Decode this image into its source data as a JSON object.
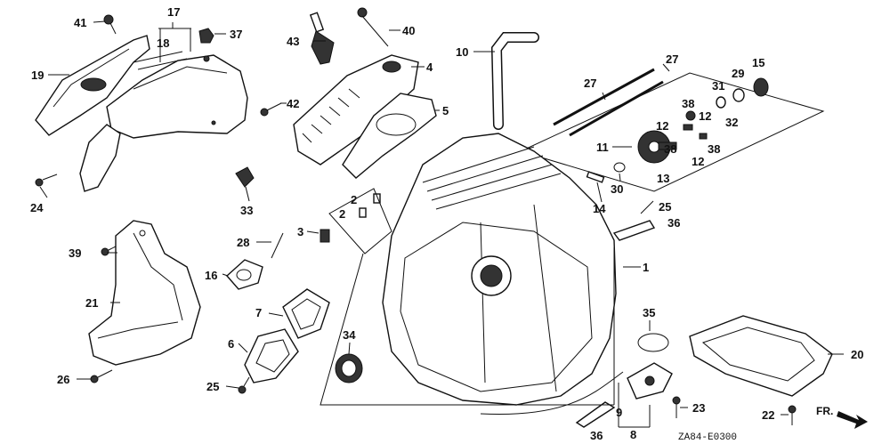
{
  "diagram": {
    "code": "ZA84-E0300",
    "direction_label": "FR.",
    "callouts": [
      {
        "id": "c41",
        "text": "41"
      },
      {
        "id": "c17",
        "text": "17"
      },
      {
        "id": "c37",
        "text": "37"
      },
      {
        "id": "c18",
        "text": "18"
      },
      {
        "id": "c19",
        "text": "19"
      },
      {
        "id": "c43",
        "text": "43"
      },
      {
        "id": "c40",
        "text": "40"
      },
      {
        "id": "c4",
        "text": "4"
      },
      {
        "id": "c10",
        "text": "10"
      },
      {
        "id": "c27a",
        "text": "27"
      },
      {
        "id": "c27b",
        "text": "27"
      },
      {
        "id": "c31",
        "text": "31"
      },
      {
        "id": "c29",
        "text": "29"
      },
      {
        "id": "c15",
        "text": "15"
      },
      {
        "id": "c42",
        "text": "42"
      },
      {
        "id": "c5",
        "text": "5"
      },
      {
        "id": "c38a",
        "text": "38"
      },
      {
        "id": "c12a",
        "text": "12"
      },
      {
        "id": "c32",
        "text": "32"
      },
      {
        "id": "c12b",
        "text": "12"
      },
      {
        "id": "c11",
        "text": "11"
      },
      {
        "id": "c38b",
        "text": "38"
      },
      {
        "id": "c38c",
        "text": "38"
      },
      {
        "id": "c12c",
        "text": "12"
      },
      {
        "id": "c13",
        "text": "13"
      },
      {
        "id": "c24",
        "text": "24"
      },
      {
        "id": "c33",
        "text": "33"
      },
      {
        "id": "c30",
        "text": "30"
      },
      {
        "id": "c2a",
        "text": "2"
      },
      {
        "id": "c2b",
        "text": "2"
      },
      {
        "id": "c14",
        "text": "14"
      },
      {
        "id": "c25a",
        "text": "25"
      },
      {
        "id": "c36a",
        "text": "36"
      },
      {
        "id": "c3",
        "text": "3"
      },
      {
        "id": "c28",
        "text": "28"
      },
      {
        "id": "c39",
        "text": "39"
      },
      {
        "id": "c16",
        "text": "16"
      },
      {
        "id": "c1",
        "text": "1"
      },
      {
        "id": "c21",
        "text": "21"
      },
      {
        "id": "c7",
        "text": "7"
      },
      {
        "id": "c35",
        "text": "35"
      },
      {
        "id": "c6",
        "text": "6"
      },
      {
        "id": "c34",
        "text": "34"
      },
      {
        "id": "c20",
        "text": "20"
      },
      {
        "id": "c26",
        "text": "26"
      },
      {
        "id": "c25b",
        "text": "25"
      },
      {
        "id": "c23",
        "text": "23"
      },
      {
        "id": "c9",
        "text": "9"
      },
      {
        "id": "c22",
        "text": "22"
      },
      {
        "id": "c36b",
        "text": "36"
      },
      {
        "id": "c8",
        "text": "8"
      }
    ]
  }
}
